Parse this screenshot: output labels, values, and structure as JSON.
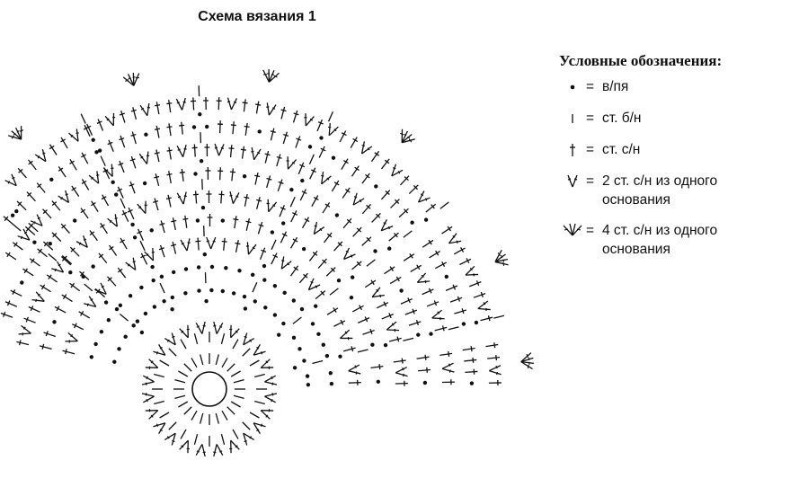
{
  "title": "Схема вязания 1",
  "legend": {
    "title": "Условные обозначения:",
    "items": [
      {
        "symbol": "chain-stitch-icon",
        "eq": "=",
        "lines": [
          "в/пя"
        ]
      },
      {
        "symbol": "single-crochet-icon",
        "eq": "=",
        "lines": [
          "ст. б/н"
        ]
      },
      {
        "symbol": "double-crochet-icon",
        "eq": "=",
        "lines": [
          "ст. с/н"
        ]
      },
      {
        "symbol": "two-dc-same-base-icon",
        "eq": "=",
        "lines": [
          "2 ст. с/н из одного",
          "основания"
        ]
      },
      {
        "symbol": "four-dc-same-base-icon",
        "eq": "=",
        "lines": [
          "4 ст. с/н из одного",
          "основания"
        ]
      }
    ]
  },
  "colors": {
    "ink": "#111111",
    "background": "#ffffff"
  }
}
